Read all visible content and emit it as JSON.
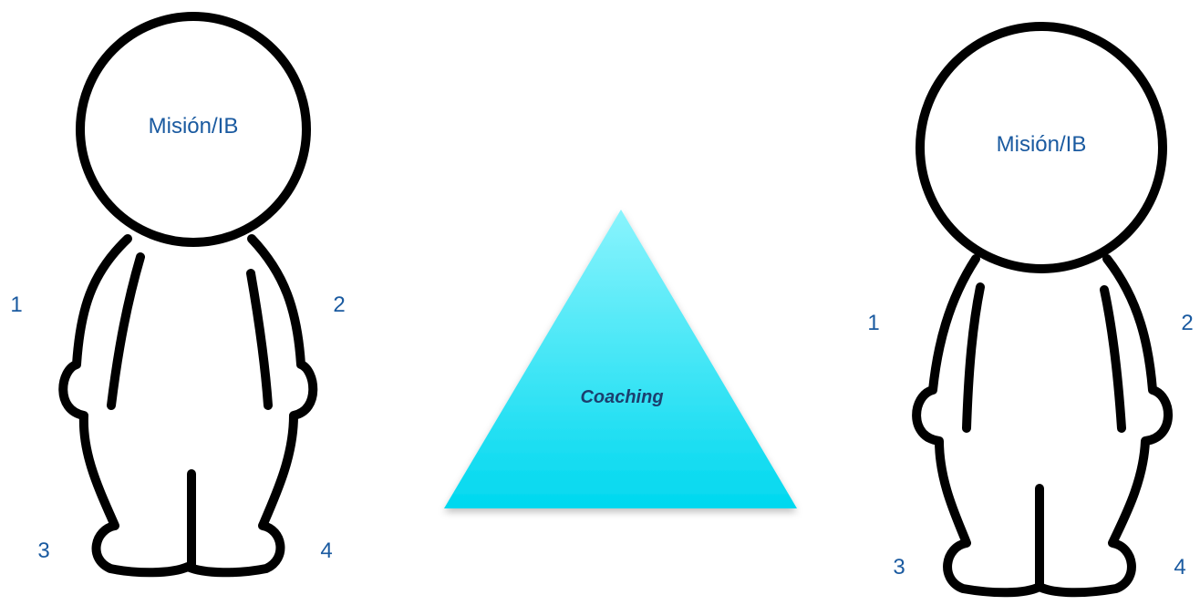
{
  "figures": [
    {
      "head_label": "Misión/IB",
      "markers": {
        "top_left": "1",
        "top_right": "2",
        "bottom_left": "3",
        "bottom_right": "4"
      }
    },
    {
      "head_label": "Misión/IB",
      "markers": {
        "top_left": "1",
        "top_right": "2",
        "bottom_left": "3",
        "bottom_right": "4"
      }
    }
  ],
  "center": {
    "label": "Coaching"
  },
  "colors": {
    "label_text": "#1a5aa0",
    "center_text": "#1c3f6e",
    "outline": "#000000",
    "triangle_top": "#8af4fd",
    "triangle_bottom": "#00d8ef"
  }
}
